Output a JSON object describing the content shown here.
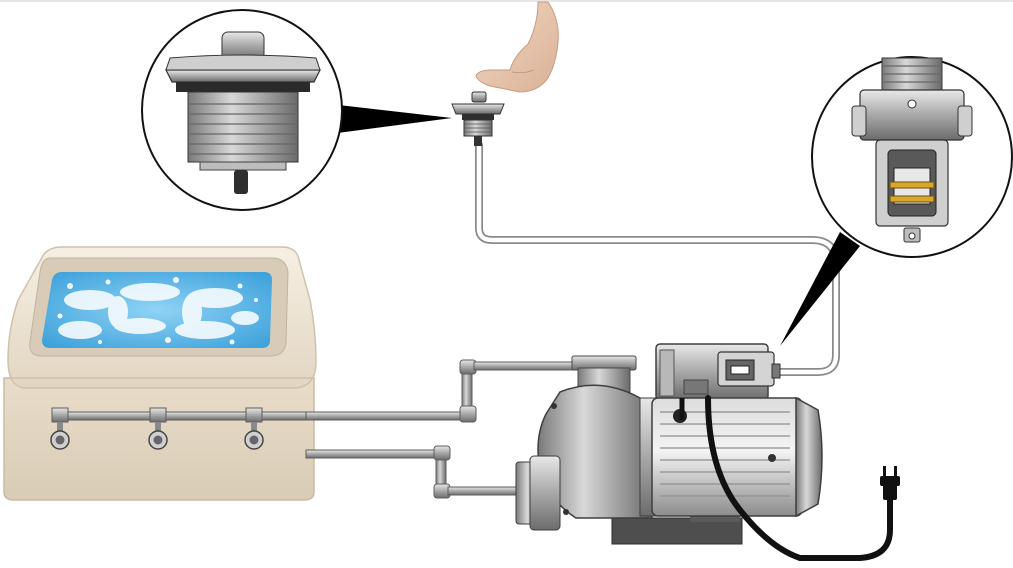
{
  "diagram": {
    "components": [
      {
        "id": "air-button",
        "name": "air-button"
      },
      {
        "id": "air-switch",
        "name": "air-switch"
      },
      {
        "id": "spa-tub",
        "name": "spa-tub"
      },
      {
        "id": "pump",
        "name": "pump"
      },
      {
        "id": "motor",
        "name": "motor"
      },
      {
        "id": "power-plug",
        "name": "power-plug"
      }
    ],
    "callouts": [
      {
        "id": "button-detail",
        "target": "air-button"
      },
      {
        "id": "switch-detail",
        "target": "air-switch"
      }
    ],
    "connections": [
      {
        "from": "air-button",
        "to": "air-switch",
        "type": "air-tube"
      },
      {
        "from": "spa-tub",
        "to": "pump",
        "type": "water-pipe"
      },
      {
        "from": "pump",
        "to": "spa-tub",
        "type": "water-pipe"
      },
      {
        "from": "motor",
        "to": "power-plug",
        "type": "power-cord"
      }
    ],
    "colors": {
      "water": "#4fb3e6",
      "tub": "#efe6d8",
      "metal": "#9a9a9a",
      "cord": "#111111",
      "contact": "#d9a82b"
    }
  }
}
